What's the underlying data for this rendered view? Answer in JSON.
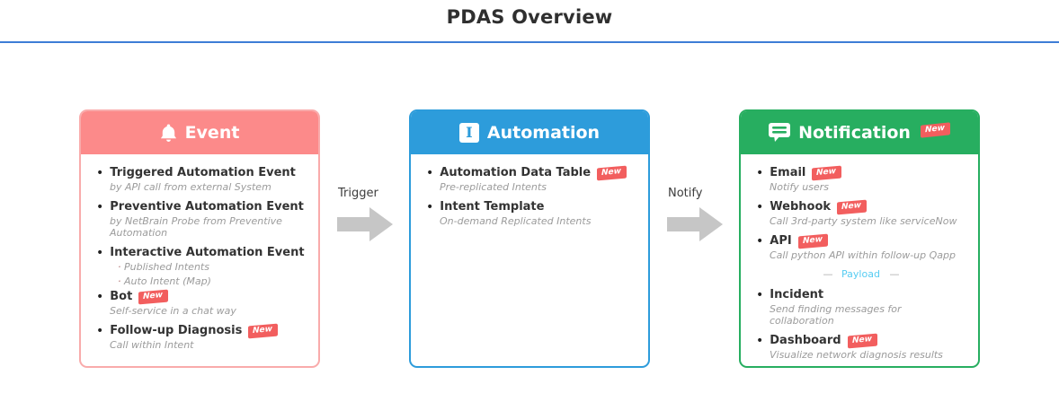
{
  "page": {
    "title": "PDAS Overview"
  },
  "colors": {
    "event": "#fc8a8a",
    "automation": "#2d9cdb",
    "notification": "#27ae60",
    "badge": "#f25e5e",
    "divider": "#3d7dd6",
    "payload": "#56ccf2",
    "arrow": "#c6c6c6"
  },
  "arrows": {
    "trigger": "Trigger",
    "notify": "Notify"
  },
  "cards": {
    "event": {
      "title": "Event",
      "icon": "bell-icon",
      "items": [
        {
          "label": "Triggered Automation Event",
          "desc": "by API call from external System"
        },
        {
          "label": "Preventive Automation Event",
          "desc": "by NetBrain Probe from Preventive Automation"
        },
        {
          "label": "Interactive Automation Event",
          "subitems": [
            "Published Intents",
            "Auto Intent (Map)"
          ]
        },
        {
          "label": "Bot",
          "badge": "New",
          "desc": "Self-service in a chat way"
        },
        {
          "label": "Follow-up Diagnosis",
          "badge": "New",
          "desc": "Call within Intent"
        }
      ]
    },
    "automation": {
      "title": "Automation",
      "icon_letter": "I",
      "items": [
        {
          "label": "Automation Data Table",
          "badge": "New",
          "desc": "Pre-replicated Intents"
        },
        {
          "label": "Intent Template",
          "desc": "On-demand Replicated Intents"
        }
      ]
    },
    "notification": {
      "title": "Notification",
      "badge": "New",
      "icon": "chat-bubble-icon",
      "items": [
        {
          "label": "Email",
          "badge": "New",
          "desc": "Notify users"
        },
        {
          "label": "Webhook",
          "badge": "New",
          "desc": "Call 3rd-party system like serviceNow"
        },
        {
          "label": "API",
          "badge": "New",
          "desc": "Call python API within follow-up Qapp"
        },
        {
          "label": "Incident",
          "desc": "Send finding messages for collaboration"
        },
        {
          "label": "Dashboard",
          "badge": "New",
          "desc": "Visualize network diagnosis results"
        }
      ],
      "payload": {
        "dash": "—",
        "label": "Payload"
      }
    }
  }
}
